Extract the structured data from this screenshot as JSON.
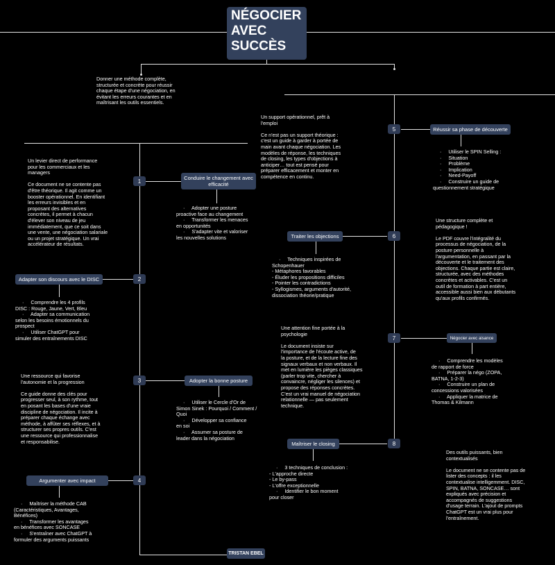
{
  "title": [
    "NÉGOCIER",
    "AVEC",
    "SUCCÈS"
  ],
  "intro": "Donner une méthode complète,\nstructurée et concrète pour réussir\nchaque étape d'une négociation, en\névitant les erreurs courantes et en\nmaîtrisant les outils essentiels.",
  "author": "TRISTAN EBEL",
  "steps": [
    {
      "num": "1",
      "label": "Conduire le changement avec efficacité",
      "details": "     ·     Adopter une posture\nproactive face au changement\n     ·     Transformer les menaces\nen opportunités\n     ·     S'adapter vite et valoriser\nles nouvelles solutions"
    },
    {
      "num": "2",
      "label": "Adapter son discours avec le DISC",
      "details": "     ·     Comprendre les 4 profils\nDISC : Rouge, Jaune, Vert, Bleu\n     ·     Adapter sa communication\nselon les besoins émotionnels du\nprospect\n     ·     Utiliser ChatGPT pour\nsimuler des entraînements DISC"
    },
    {
      "num": "3",
      "label": "Adopter la bonne posture",
      "details": "     ·     Utiliser le Cercle d'Or de\nSimon Sinek : Pourquoi / Comment /\nQuoi\n     ·     Développer sa confiance\nen soi\n     ·     Assumer sa posture de\nleader dans la négociation"
    },
    {
      "num": "4",
      "label": "Argumenter avec impact",
      "details": "     ·     Maîtriser la méthode CAB\n(Caractéristiques, Avantages,\nBénéfices)\n     ·     Transformer les avantages\nen bénéfices avec SONCASE\n     ·     S'entraîner avec ChatGPT à\nformuler des arguments puissants"
    },
    {
      "num": "5",
      "label": "Réussir sa phase de découverte",
      "details": "     ·     Utiliser le SPIN Selling :\n     ·     Situation\n     ·     Problème\n     ·     Implication\n     ·     Need-Payoff\n     ·     Construire un guide de\nquestionnement stratégique"
    },
    {
      "num": "6",
      "label": "Traiter les objections",
      "details": "     ·     Techniques inspirées de\nSchopenhauer\n- Métaphores favorables\n- Éluder les propositions difficiles\n- Pointer les contradictions\n- Syllogismes, arguments d'autorité,\ndissociation théorie/pratique"
    },
    {
      "num": "7",
      "label": "Négocier avec aisance",
      "details": "     ·     Comprendre les modèles\nde rapport de force\n     ·     Préparer la négo (ZOPA,\nBATNA, 1-2-3)\n     ·     Construire un plan de\nconcessions valorisées\n     ·     Appliquer la matrice de\nThomas & Kilmann"
    },
    {
      "num": "8",
      "label": "Maîtriser le closing",
      "details": "     ·     3 techniques de conclusion :\n- L'approche directe\n- Le by-pass\n- L'offre exceptionnelle\n     ·     Identifier le bon moment\npour closer"
    }
  ],
  "notes": [
    "Un levier direct de performance\npour les commerciaux et les\nmanagers\n\nCe document ne se contente pas\nd'être théorique. Il agit comme un\nbooster opérationnel. En identifiant\nles erreurs invisibles et en\nproposant des alternatives\nconcrètes, il permet à chacun\nd'élever son niveau de jeu\nimmédiatement, que ce soit dans\nune vente, une négociation salariale\nou un projet stratégique. Un vrai\naccélérateur de résultats.",
    "Une ressource qui favorise\nl'autonomie et la progression\n\nCe guide donne des clés pour\nprogresser seul, à son rythme, tout\nen posant les bases d'une vraie\ndiscipline de négociation. Il incite à\npréparer chaque échange avec\nméthode, à affûter ses réflexes, et à\nstructurer ses propres outils. C'est\nune ressource qui professionnalise\net responsabilise.",
    "Un support opérationnel, prêt à\nl'emploi\n\nCe n'est pas un support théorique :\nc'est un guide à garder à portée de\nmain avant chaque négociation. Les\nmodèles de réponse, les techniques\nde closing, les types d'objections à\nanticiper… tout est pensé pour\npréparer efficacement et monter en\ncompétence en continu.",
    "Une structure complète et\npédagogique !\n\nLe PDF couvre l'intégralité du\nprocessus de négociation, de la\nposture personnelle à\nl'argumentation, en passant par la\ndécouverte et le traitement des\nobjections. Chaque partie est claire,\nstructurée, avec des méthodes\nconcrètes et activables. C'est un\noutil de formation à part entière,\naccessible aussi bien aux débutants\nqu'aux profils confirmés.",
    "Une attention fine portée à la\npsychologie\n\nLe document insiste sur\nl'importance de l'écoute active, de\nla posture, et de la lecture fine des\nsignaux verbaux et non verbaux. Il\nmet en lumière les pièges classiques\n(parler trop vite, chercher à\nconvaincre, négliger les silences) et\npropose des réponses concrètes.\nC'est un vrai manuel de négociation\nrelationnelle — pas seulement\ntechnique.",
    "Des outils puissants, bien\ncontextualisés\n\nLe document ne se contente pas de\nlister des concepts : il les\ncontextualise intelligemment. DISC,\nSPIN, BATNA, SONCASE… sont\nexpliqués avec précision et\naccompagnés de suggestions\nd'usage terrain. L'ajout de prompts\nChatGPT est un vrai plus pour\nl'entraînement."
  ]
}
